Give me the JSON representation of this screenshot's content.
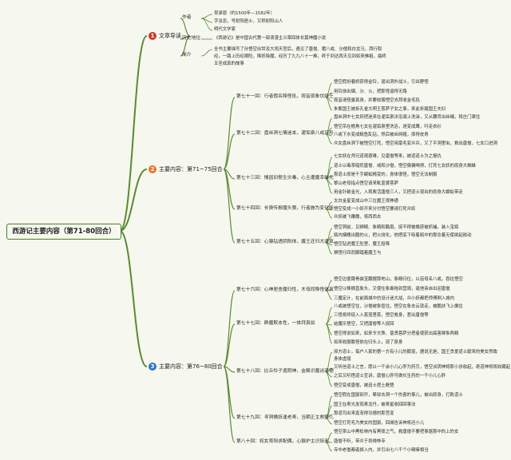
{
  "title": "西游记主要内容（第71-80回合）",
  "colors": {
    "line": "#5a8a33",
    "badge_red": "#d6362a",
    "badge_orange": "#e8742a",
    "badge_blue": "#2c73c9"
  },
  "branches": [
    {
      "num": "1",
      "label": "文章导读",
      "subs": [
        {
          "label": "作者",
          "items": [
            "吴承恩（约1500年—1582年）",
            "字汝忠，号射阳居士，又称射阳山人",
            "明代文学家"
          ]
        },
        {
          "label": "历史地位",
          "items": [
            "《西游记》是中国古代第一部浪漫主义章回体长篇神魔小说"
          ]
        },
        {
          "label": "简介",
          "items": [
            "全书主要描写了孙悟空出世及大闹天宫后，遇见了唐僧、猪八戒、沙僧和白龙马，西行取经，一路上历经艰险，降妖除魔，经历了九九八十一难，终于到达西天见到如来佛祖，最终五圣成真的故事"
          ]
        }
      ]
    },
    {
      "num": "2",
      "label": "主要内容：第71~75回合",
      "subs": [
        {
          "label": "第七十一回：行者假名降怪犼，观音现象伏妖王",
          "items": [
            "悟空假扮春娇获得金铃，逼出洞外战斗，引出野怪",
            "用铃烧出烟、沙、火，把那怪逼得无路",
            "观音请怪露真身，并要收服悟空去拜收金毛犼",
            "朱紫国王被拆孔雀大明王菩萨子女之事，来此折磨国王夫妇"
          ]
        },
        {
          "label": "第七十二回：盘丝洞七情迷本，濯垢泉八戒忘形",
          "items": [
            "盘丝洞中七女妖把迷来在濯垢泉沐浴湖上洗澡，又从腰背出丝绳，将庄门罩住",
            "悟空吊在檐角七女在濯垢泉里洗浴，遂变成鹰，叼走衣衫",
            "八戒下水变成鲶鱼乱钻，然后被丝网缠，摔得皮青",
            "众女盘丝洞下被悟空打死，悟空用毫毛变众兵，又了平洞里虫，救出唐僧，七女口进洞"
          ]
        },
        {
          "label": "第七十三回：情因旧恨生灾毒，心主遭魔幸破光",
          "items": [
            "七女妖在师兄道观避难，见唐僧等来，被道道士为之报仇",
            "道士以毒茶暗死唐僧、戒和沙僧，悟空偏偏喝得，打死七女妖的原身大蜘蛛",
            "那道士原是千手蜈蚣精变的，身体很怪，悟空无法制服",
            "黎山老母指点悟空请来毗蓝婆菩萨",
            "用金针破金光，入观救活唐僧三人，又把道士现出的原身大蜈蚣带走"
          ]
        },
        {
          "label": "第七十四回：长庚传报魔头狠，行者施为变化能",
          "items": [
            "太白金星变成山中三位魔王很神通",
            "悟空变成一小妖开来分付悟空要请打死众妖",
            "众妖被飞雕撒，将西西去"
          ]
        },
        {
          "label": "第七十五回：心猿钻透阴阳体，魔王还归大道真",
          "items": [
            "悟空洞前，见狮精、象精和鹏扇，捉不得被擒获被抓捕，装入宝瓶",
            "瓶内烟魄出腹的火，把火烧化，他把底下吸着瓶中的那念着无使欲起欲动",
            "悟空钻进魔王肚里，魔王投降",
            "狮怪行四而脚踏着魔王与"
          ]
        }
      ]
    },
    {
      "num": "3",
      "label": "主要内容：第76~80回合",
      "subs": [
        {
          "label": "第七十六回：心神居舍魔归性，木母同降怪体真",
          "items": [
            "悟空边便蹲骨装宝翻摆那地山，象精归位，以苗母名八戒，吞往悟空",
            "悟空以棒搁直象头，又使住象鼻拖到营周，逼他亲自出迎唐僧",
            "三魔定计，在前面城中仿设计迷大战，众小妖都把师傅倒入城内"
          ]
        },
        {
          "label": "第七十七回：群魔欺本性，一体拜真如",
          "items": [
            "八戒被悟空住，沙僧被象管住，悟空在象去云就走，被鹏扶飞上擒住",
            "三怪将师徒入入蒸笼里蒸，悟空救身，差出唐僧等",
            "结魔乐悟空，又把唐僧等人捉回",
            "悟空得说如来，如来令文殊、普贤菩萨分把者使获出捣害狮象两精",
            "如来收服鹏怪依在归头上，现了原身"
          ]
        },
        {
          "label": "第七十八回：比丘怜子遣阴神，金殿识魔谈道德",
          "items": [
            "邪方道士，每户人家的第一方有小儿的鹅笼，据说无是，国王贪爱道士献来的美女然致身体虚弱",
            "又听信道士之言，愿以一千余小儿心肝为药引，悟空派阴神将那小孩收起，奇道神将将收藏起",
            "之后又听悟道士宣讲，唐僧心肝可做长生药的一千小儿心肝",
            "悟空变成唐僧，被迫士捏土概悟"
          ]
        },
        {
          "label": "第七十九回：寻洞擒妖逢老寿，当朝正主救婴儿",
          "items": [
            "悟空假在国舅剖开，晕狱去洞一个伤害的事儿，被出原身，打败道士",
            "国王在寿光发现寿龙丹，被寿星收回回事法",
            "那道司出来嘉宠得功德的那宫变",
            "悟空打死毛为美女的国舅，回城告诉神将还小儿"
          ]
        },
        {
          "label": "第八十回：姹女育阳求配偶，心猿护主识妖邪",
          "items": [
            "悟空茶山中黑松林内有黑夜之气，救唐僧不要把事驱那中的上的女",
            "唐僧不听，带众于到禅林寺",
            "寺中老僧都者掉入内，并引出七八千个小喇嘛相当"
          ]
        }
      ]
    }
  ]
}
